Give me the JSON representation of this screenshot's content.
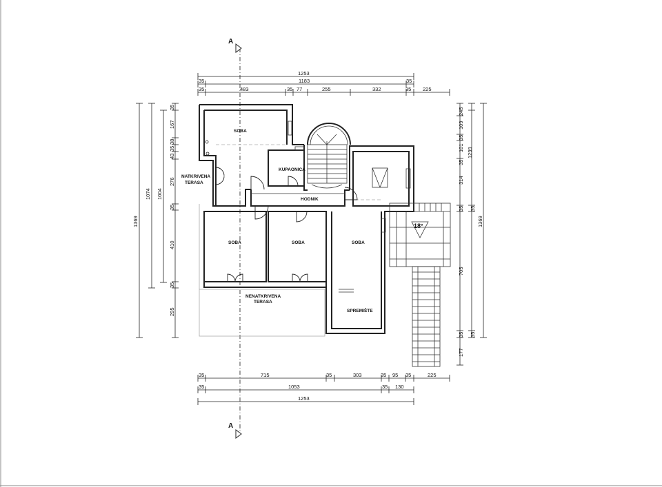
{
  "drawing": {
    "section_marker_top": "A",
    "section_marker_bottom": "A",
    "rooms": {
      "soba_1": "SOBA",
      "soba_2": "SOBA",
      "soba_3": "SOBA",
      "soba_4": "SOBA",
      "kupaonica": "KUPAONICA",
      "hodnik": "HODNIK",
      "natkrivena_1": "NATKRIVENA",
      "natkrivena_2": "TERASA",
      "nenatkrivena_1": "NENATKRIVENA",
      "nenatkrivena_2": "TERASA",
      "spremiste": "SPREMIŠTE",
      "roof_pitch": "18°"
    },
    "dims_top": {
      "total": "1253",
      "r2": [
        "35",
        "1183",
        "35"
      ],
      "r3": [
        "35",
        "483",
        "35",
        "77",
        "255",
        "332",
        "35",
        "225"
      ]
    },
    "dims_bottom": {
      "r1": [
        "35",
        "715",
        "35",
        "303",
        "35",
        "95",
        "35",
        "225"
      ],
      "r2": [
        "35",
        "1053",
        "35",
        "130"
      ],
      "total": "1253"
    },
    "dims_left": {
      "outer": "1369",
      "mid": "1074",
      "inner": "1004",
      "chain": [
        "35",
        "167",
        "38",
        "35",
        "43",
        "276",
        "35",
        "410",
        "35",
        "295"
      ]
    },
    "dims_right": {
      "outer": "1369",
      "mid": "1299",
      "chain_a": [
        "245",
        "109",
        "35",
        "101",
        "35",
        "314",
        "35",
        "705",
        "35",
        "177"
      ],
      "chain_b": [
        "35",
        "35"
      ]
    }
  }
}
